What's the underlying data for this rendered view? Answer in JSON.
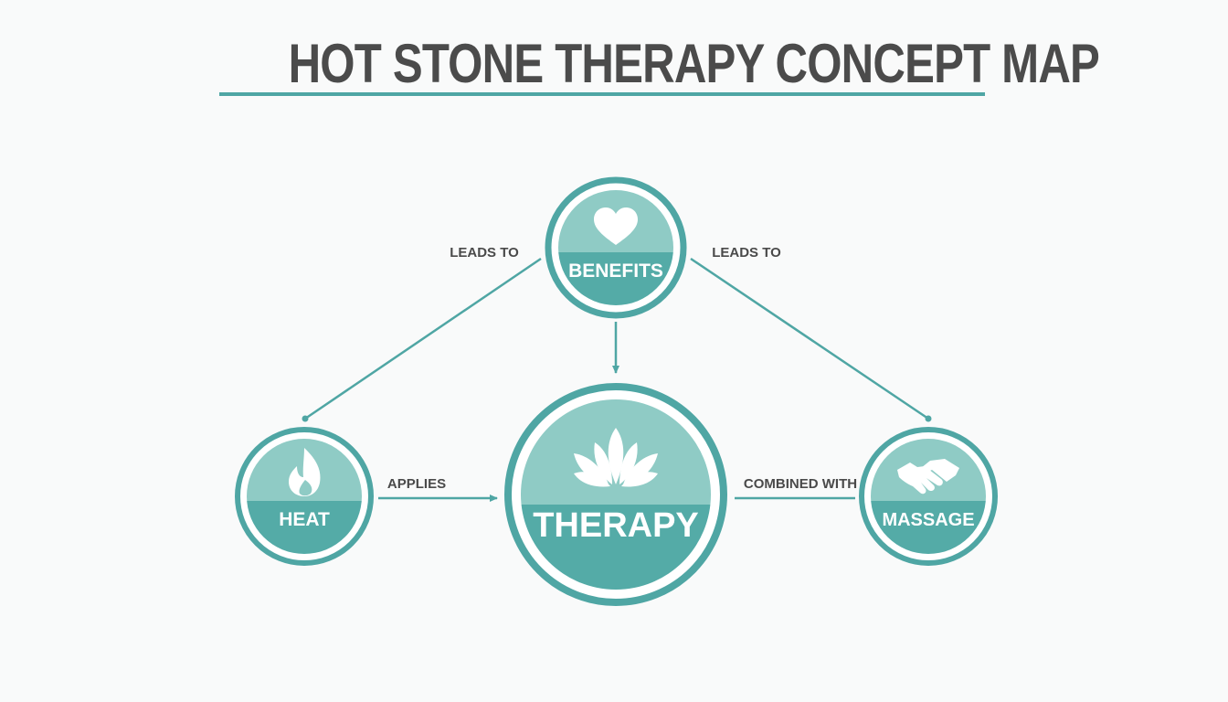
{
  "title": "HOT STONE THERAPY CONCEPT MAP",
  "colors": {
    "accent": "#4fa6a4",
    "node_top": "#8fcbc5",
    "node_bottom": "#54aba7",
    "text": "#4a4a4a"
  },
  "nodes": {
    "benefits": {
      "label": "BENEFITS",
      "icon": "heart-icon"
    },
    "therapy": {
      "label": "THERAPY",
      "icon": "lotus-icon"
    },
    "heat": {
      "label": "HEAT",
      "icon": "flame-icon"
    },
    "massage": {
      "label": "MASSAGE",
      "icon": "handshake-icon"
    }
  },
  "edges": {
    "benefits_heat": {
      "label": "LEADS TO"
    },
    "benefits_massage": {
      "label": "LEADS TO"
    },
    "heat_therapy": {
      "label": "APPLIES"
    },
    "therapy_massage": {
      "label": "COMBINED WITH"
    }
  }
}
